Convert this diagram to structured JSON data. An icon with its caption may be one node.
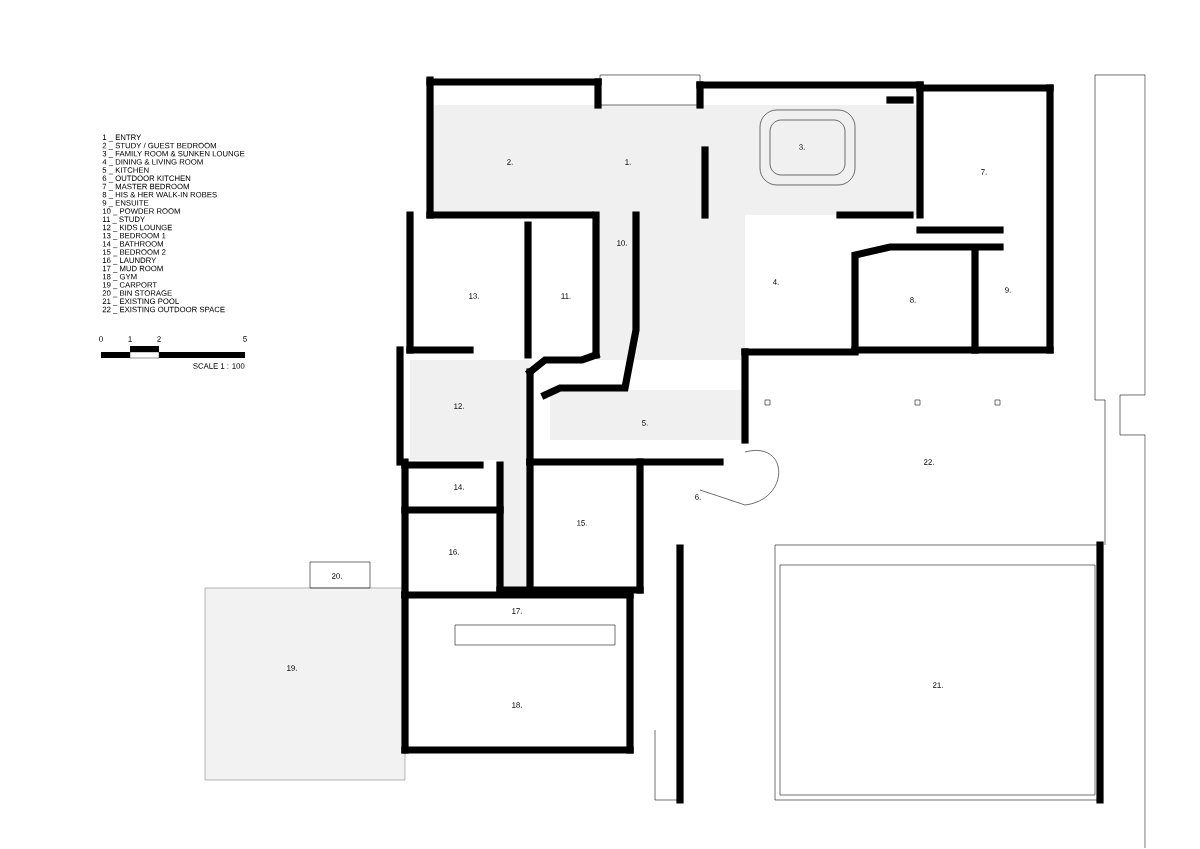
{
  "diagram": {
    "labels": [
      "1 _ ENTRY",
      "2 _ STUDY / GUEST BEDROOM",
      "3 _ FAMILY ROOM & SUNKEN LOUNGE",
      "4 _ DINING & LIVING ROOM",
      "5 _ KITCHEN",
      "6 _ OUTDOOR KITCHEN",
      "7 _ MASTER BEDROOM",
      "8 _ HIS & HER WALK-IN ROBES",
      "9 _ ENSUITE",
      "10 _ POWDER ROOM",
      "11 _ STUDY",
      "12 _ KIDS LOUNGE",
      "13 _ BEDROOM 1",
      "14 _ BATHROOM",
      "15 _ BEDROOM 2",
      "16 _ LAUNDRY",
      "17 _ MUD ROOM",
      "18 _ GYM",
      "19 _ CARPORT",
      "20 _ BIN STORAGE",
      "21 _ EXISTING POOL",
      "22 _ EXISTING OUTDOOR SPACE",
      "0",
      "1",
      "2",
      "5",
      "SCALE 1 : 100",
      "3.",
      "2.",
      "1.",
      "7.",
      "10.",
      "4.",
      "9.",
      "13.",
      "11.",
      "8.",
      "12.",
      "5.",
      "22.",
      "14.",
      "6.",
      "15.",
      "16.",
      "20.",
      "19.",
      "21.",
      "18.",
      "17."
    ]
  }
}
